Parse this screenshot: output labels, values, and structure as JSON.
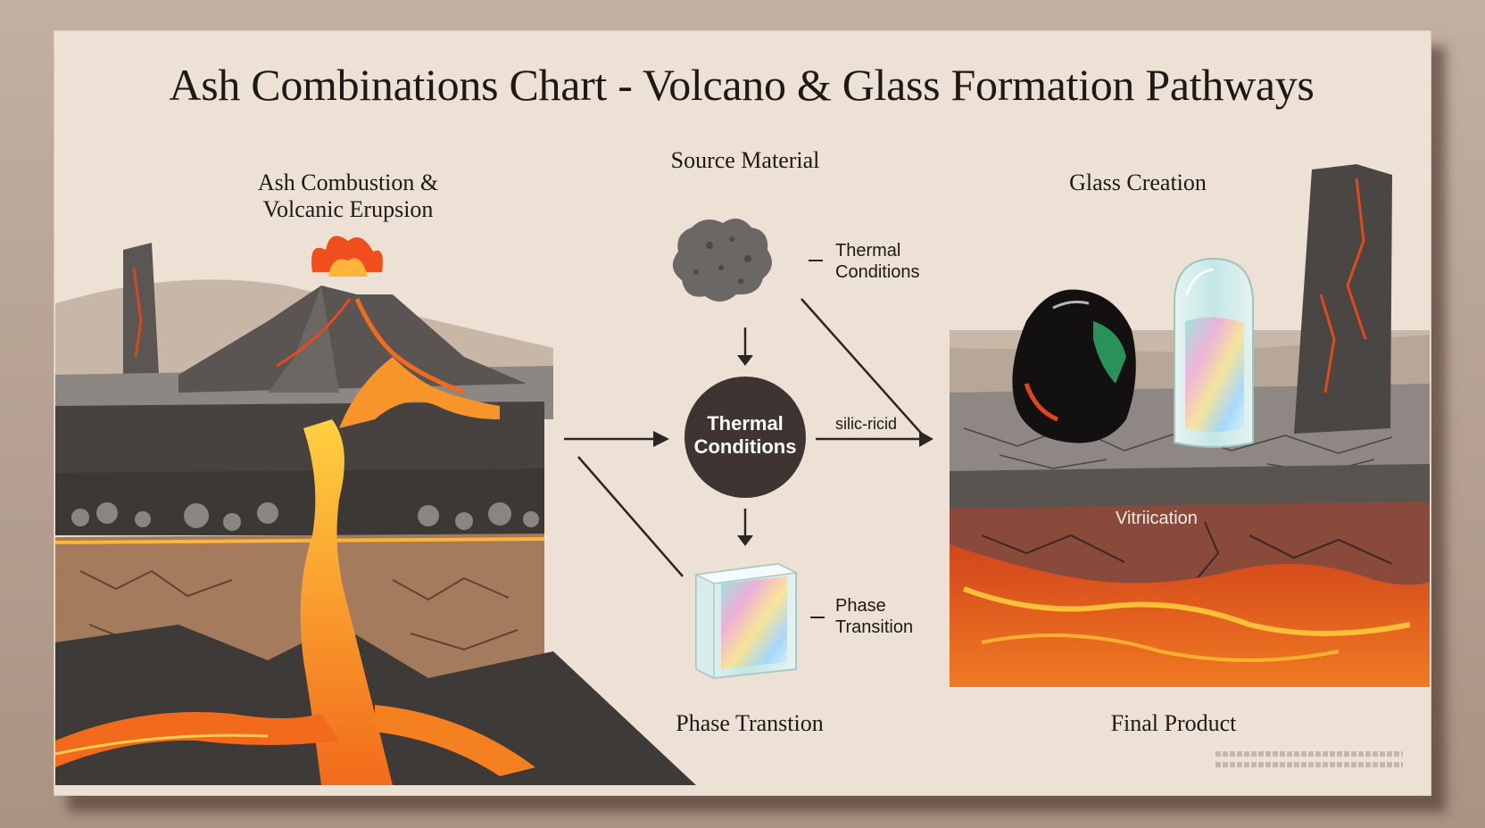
{
  "title": "Ash Combinations Chart - Volcano & Glass Formation Pathways",
  "sections": {
    "volcano_heading_line1": "Ash Combustion &",
    "volcano_heading_line2": "Volcanic Erupsion",
    "source_heading": "Source Material",
    "glass_heading": "Glass Creation"
  },
  "flow": {
    "ash_label_line1": "Thermal",
    "ash_label_line2": "Conditions",
    "circle_line1": "Thermal",
    "circle_line2": "Conditions",
    "arrow_label": "silic-ricid",
    "cube_label_line1": "Phase",
    "cube_label_line2": "Transition",
    "phase_caption": "Phase Transtion"
  },
  "glass_panel": {
    "vitrification_label": "Vitriication",
    "final_caption": "Final Product"
  },
  "colors": {
    "board": "#ede1d5",
    "lava": "#f26a1b",
    "lava_bright": "#ffc038",
    "rock_dark": "#3b3735",
    "rock_mid": "#6a6562",
    "soil": "#a97f61",
    "circle": "#3e3532"
  }
}
